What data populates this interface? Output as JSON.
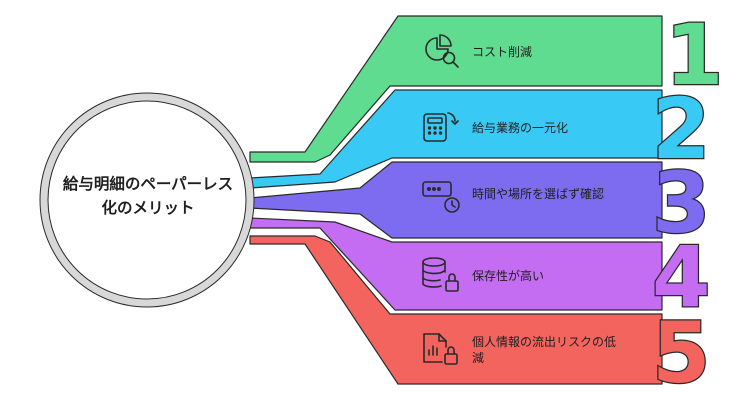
{
  "hub": {
    "title": "給与明細のペーパーレス化のメリット"
  },
  "benefits": [
    {
      "number": "1",
      "label": "コスト削減",
      "icon": "pie-chart-search-icon",
      "color": "#5fdc90",
      "number_color": "#5fdc90"
    },
    {
      "number": "2",
      "label": "給与業務の一元化",
      "icon": "calculator-refresh-icon",
      "color": "#38c9f4",
      "number_color": "#38c9f4"
    },
    {
      "number": "3",
      "label": "時間や場所を選ばず確認",
      "icon": "password-clock-icon",
      "color": "#7d6cf0",
      "number_color": "#7d6cf0"
    },
    {
      "number": "4",
      "label": "保存性が高い",
      "icon": "database-lock-icon",
      "color": "#c46cf2",
      "number_color": "#c46cf2"
    },
    {
      "number": "5",
      "label": "個人情報の流出リスクの低減",
      "icon": "document-chart-lock-icon",
      "color": "#f3645f",
      "number_color": "#f3645f"
    }
  ]
}
